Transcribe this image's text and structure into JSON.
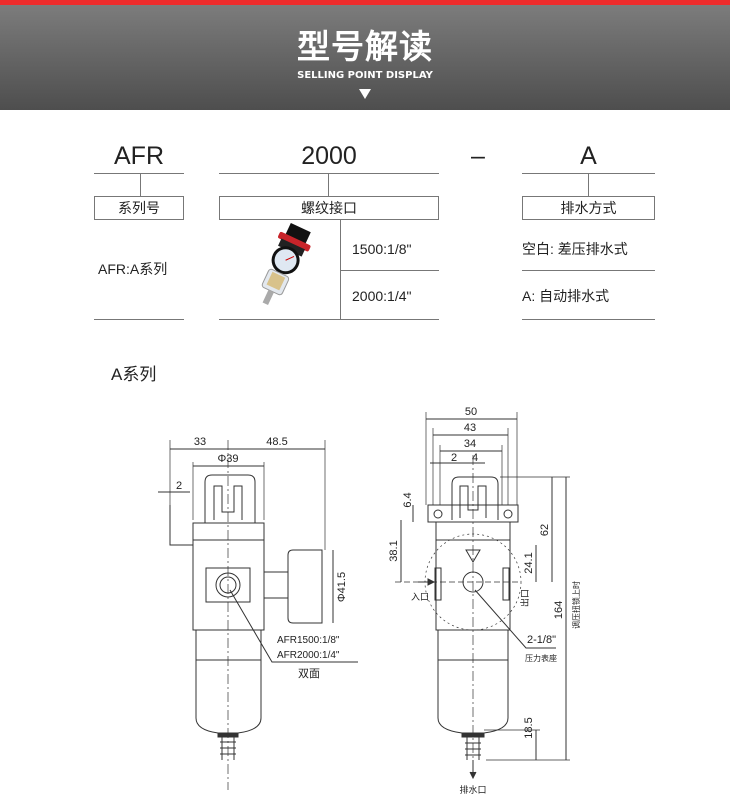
{
  "header": {
    "title": "型号解读",
    "subtitle": "SELLING POINT DISPLAY",
    "accent_color": "#ee2c2c"
  },
  "model_code": {
    "series": {
      "code": "AFR",
      "label": "系列号",
      "values": [
        "AFR:A系列"
      ]
    },
    "thread": {
      "code": "2000",
      "label": "螺纹接口",
      "values": [
        "1500:1/8\"",
        "2000:1/4\""
      ]
    },
    "separator": "–",
    "drain": {
      "code": "A",
      "label": "排水方式",
      "values": [
        "空白: 差压排水式",
        "A: 自动排水式"
      ]
    }
  },
  "section_title": "A系列",
  "front_view": {
    "dims": [
      "33",
      "48.5",
      "Φ39",
      "2",
      "Φ41.5"
    ],
    "port_labels": [
      "AFR1500:1/8\"",
      "AFR2000:1/4\""
    ],
    "port_note": "双面"
  },
  "side_view": {
    "dims": [
      "50",
      "43",
      "34",
      "2",
      "4",
      "6.4",
      "38.1",
      "62",
      "24.1",
      "164",
      "18.5"
    ],
    "inlet": "入口",
    "outlet": "出口",
    "gauge_port": "2-1/8\"",
    "gauge_port_note": "压力表座",
    "drain_label": "排水口",
    "knob_note": "调压扭锁上时"
  }
}
